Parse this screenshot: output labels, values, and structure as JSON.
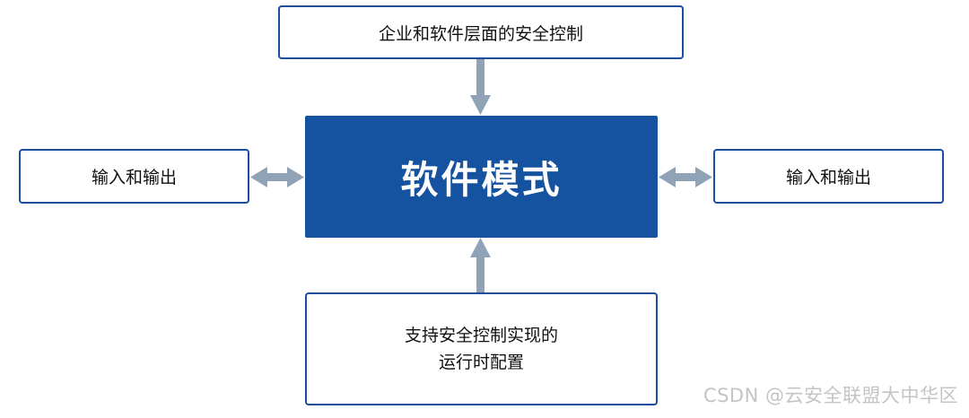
{
  "diagram": {
    "center_label": "软件模式",
    "top_label": "企业和软件层面的安全控制",
    "left_label": "输入和输出",
    "right_label": "输入和输出",
    "bottom_line1": "支持安全控制实现的",
    "bottom_line2": "运行时配置"
  },
  "watermark": "CSDN @云安全联盟大中华区",
  "colors": {
    "center_fill": "#15529f",
    "box_border": "#1b4f9c",
    "arrow": "#8fa2b6"
  }
}
